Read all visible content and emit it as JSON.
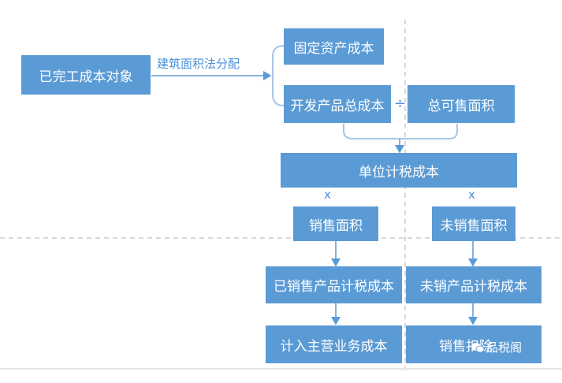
{
  "nodes": {
    "completed_object": "已完工成本对象",
    "fixed_asset_cost": "固定资产成本",
    "dev_total_cost": "开发产品总成本",
    "total_saleable_area": "总可售面积",
    "unit_tax_cost": "单位计税成本",
    "sold_area": "销售面积",
    "unsold_area": "未销售面积",
    "sold_product_tax_cost": "已销售产品计税成本",
    "unsold_product_tax_cost": "未销产品计税成本",
    "main_business_cost": "计入主营业务成本",
    "sales_deduction": "销售扣除"
  },
  "labels": {
    "allocation_method": "建筑面积法分配",
    "divide": "÷",
    "multiply_left": "x",
    "multiply_right": "x"
  },
  "watermark": {
    "text": "品税阁"
  },
  "colors": {
    "box": "#5b9bd5",
    "line": "#a9c5e8",
    "arrow": "#5b9bd5",
    "dash": "#b0b0b0"
  }
}
